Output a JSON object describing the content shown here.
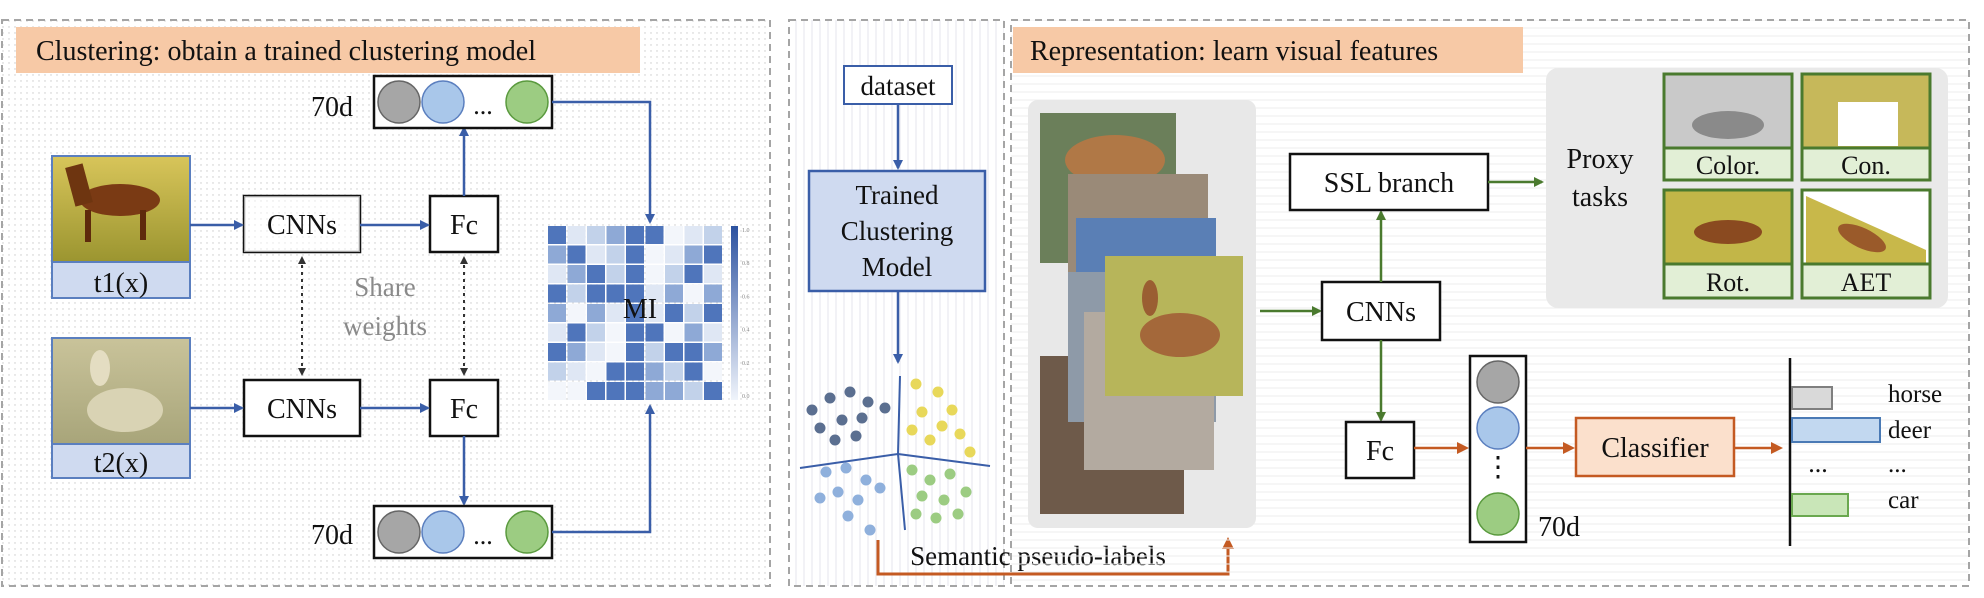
{
  "left_panel": {
    "title": "Clustering: obtain a trained clustering model",
    "input1_label": "t1(x)",
    "input2_label": "t2(x)",
    "cnn_top": "CNNs",
    "cnn_bottom": "CNNs",
    "fc_top": "Fc",
    "fc_bottom": "Fc",
    "share_line1": "Share",
    "share_line2": "weights",
    "dim_top": "70d",
    "dim_bottom": "70d",
    "ellipsis": "...",
    "heatmap_label": "MI",
    "colorbar_ticks": [
      "1.0",
      "0.8",
      "0.6",
      "0.4",
      "0.2",
      "0.0"
    ]
  },
  "middle_panel": {
    "dataset": "dataset",
    "model_line1": "Trained",
    "model_line2": "Clustering",
    "model_line3": "Model",
    "pseudo_labels": "Semantic pseudo-labels"
  },
  "right_panel": {
    "title": "Representation: learn visual features",
    "ssl_branch": "SSL branch",
    "proxy_line1": "Proxy",
    "proxy_line2": "tasks",
    "tasks": [
      "Color.",
      "Con.",
      "Rot.",
      "AET"
    ],
    "cnns": "CNNs",
    "fc": "Fc",
    "dim": "70d",
    "vertical_dots": "⋮",
    "classifier": "Classifier",
    "bar_labels": [
      "horse",
      "deer",
      "...",
      "car"
    ],
    "dots": "..."
  },
  "colors": {
    "blue": "#3a5ea8",
    "green": "#4a7a2e",
    "orange": "#c45a22",
    "title_bg": "#f7c9a6",
    "gray_node": "#a6a6a6",
    "blue_node": "#a9c7ea",
    "green_node": "#9ccc82"
  }
}
